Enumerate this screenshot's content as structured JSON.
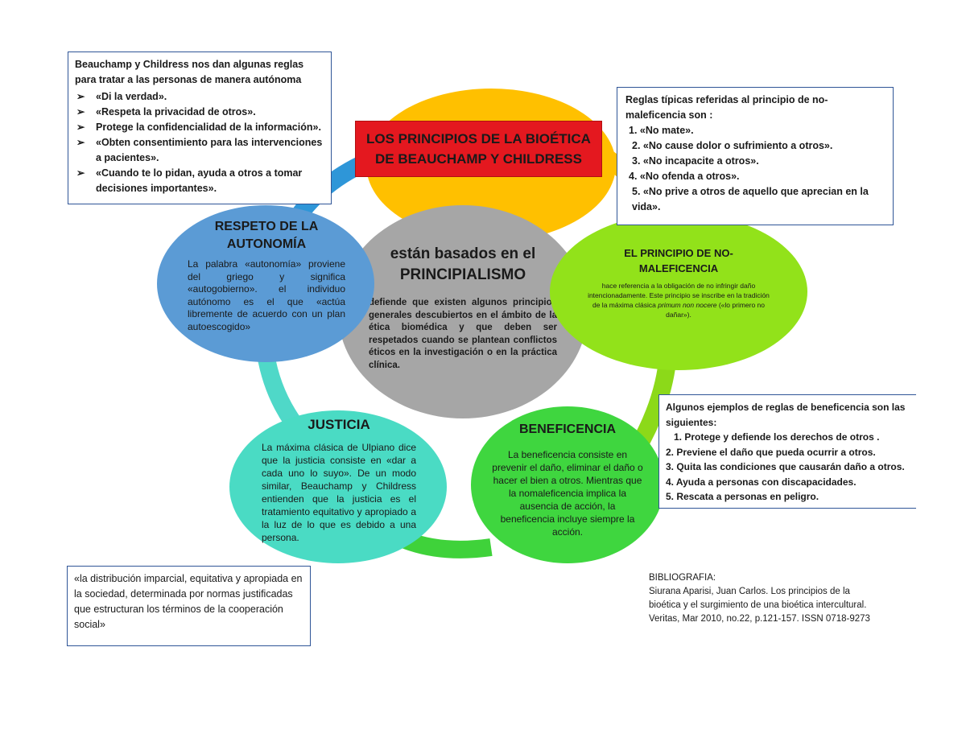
{
  "title": {
    "line1": "LOS PRINCIPIOS DE LA BIOÉTICA",
    "line2": "DE BEAUCHAMP Y CHILDRESS"
  },
  "center": {
    "heading1": "están basados en el",
    "heading2": "PRINCIPIALISMO",
    "body": "defiende que existen algunos principios generales descubiertos en el ámbito de la ética biomédica y que deben ser respetados cuando se plantean conflictos éticos en la investigación o en la práctica clínica."
  },
  "autonomia": {
    "heading1": "RESPETO DE LA",
    "heading2": "AUTONOMÍA",
    "body": "La palabra «autonomía» proviene del griego y significa «autogobierno». el individuo autónomo es el que «actúa libremente de acuerdo con un plan autoescogido»"
  },
  "no_maleficencia": {
    "heading1": "EL PRINCIPIO DE NO-",
    "heading2": "MALEFICENCIA",
    "body_pre": "hace referencia a la obligación de no infringir daño intencionadamente. Este principio se inscribe en la tradición de la máxima clásica ",
    "body_italic": "primum non nocere",
    "body_post": " («lo primero no dañar»)."
  },
  "justicia": {
    "heading": "JUSTICIA",
    "body": "La máxima clásica de Ulpiano dice que la justicia consiste en «dar a cada uno lo suyo». De un modo similar, Beauchamp y Childress entienden que la justicia es el tratamiento equitativo y apropiado a la luz de lo que es debido a una persona."
  },
  "beneficencia": {
    "heading": "BENEFICENCIA",
    "body": "La beneficencia consiste en prevenir el daño, eliminar el daño o hacer el bien a otros. Mientras que la nomaleficencia implica la ausencia de acción, la beneficencia incluye siempre la acción."
  },
  "box_autonomia": {
    "intro": "Beauchamp y Childress nos dan algunas reglas para tratar a las personas de manera autónoma",
    "bullet": "➢",
    "items": [
      "«Di la verdad».",
      "«Respeta la privacidad de otros».",
      "Protege la confidencialidad de la información».",
      "«Obten consentimiento para las intervenciones a pacientes».",
      "«Cuando te lo pidan, ayuda a otros a tomar decisiones importantes»."
    ]
  },
  "box_no_maleficencia": {
    "intro": "Reglas típicas referidas al principio de no-maleficencia son :",
    "items": [
      "1. «No mate».",
      "2. «No cause dolor o sufrimiento a otros».",
      "3. «No incapacite a otros».",
      "4. «No ofenda a otros».",
      "5. «No prive a otros de aquello que aprecian en la vida»."
    ]
  },
  "box_beneficencia": {
    "intro": "Algunos ejemplos de reglas de beneficencia son las siguientes:",
    "items": [
      "1. Protege y defiende los derechos de otros .",
      "2. Previene el daño que pueda ocurrir a otros.",
      "3. Quita las condiciones que causarán daño a otros.",
      "4. Ayuda a personas con discapacidades.",
      "5. Rescata a personas en peligro."
    ]
  },
  "box_justicia": {
    "text": "«la distribución imparcial, equitativa y apropiada en la sociedad, determinada por normas justificadas que estructuran los términos de la cooperación social»"
  },
  "bibliography": {
    "heading": "BIBLIOGRAFIA:",
    "text": "Siurana Aparisi, Juan Carlos. Los principios de la bioética y el surgimiento de una bioética intercultural. Veritas, Mar 2010, no.22, p.121-157. ISSN 0718-9273"
  },
  "colors": {
    "ring_top": "#2e96d8",
    "ring_right": "#8cd919",
    "ring_bottom": "#3fd23a",
    "ring_left": "#4fd8c8",
    "center": "#a6a6a6",
    "top_ellipse": "#ffc000",
    "autonomia": "#5b9bd5",
    "no_maleficencia": "#92e21a",
    "justicia": "#4adbc4",
    "beneficencia": "#3fd63f",
    "title_bg": "#e4181f",
    "box_border": "#2f5597"
  }
}
